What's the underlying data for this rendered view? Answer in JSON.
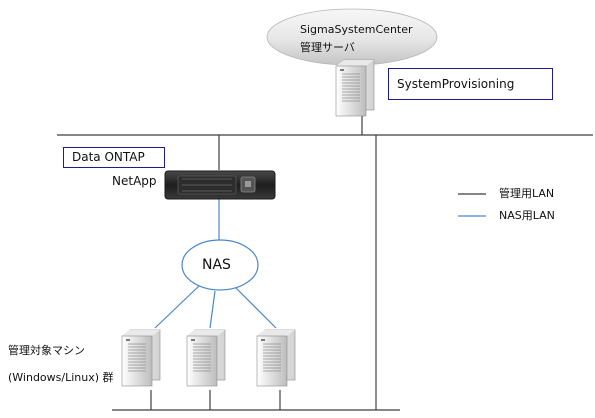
{
  "management_server": {
    "product": "SigmaSystemCenter",
    "role": "管理サーバ",
    "software": "SystemProvisioning"
  },
  "storage": {
    "software": "Data ONTAP",
    "device": "NetApp",
    "network_node": "NAS"
  },
  "managed_machines": {
    "label_line1": "管理対象マシン",
    "label_line2": "(Windows/Linux) 群"
  },
  "legend": {
    "items": [
      {
        "label": "管理用LAN",
        "color": "#3f3f3f"
      },
      {
        "label": "NAS用LAN",
        "color": "#4a88c8"
      }
    ]
  }
}
